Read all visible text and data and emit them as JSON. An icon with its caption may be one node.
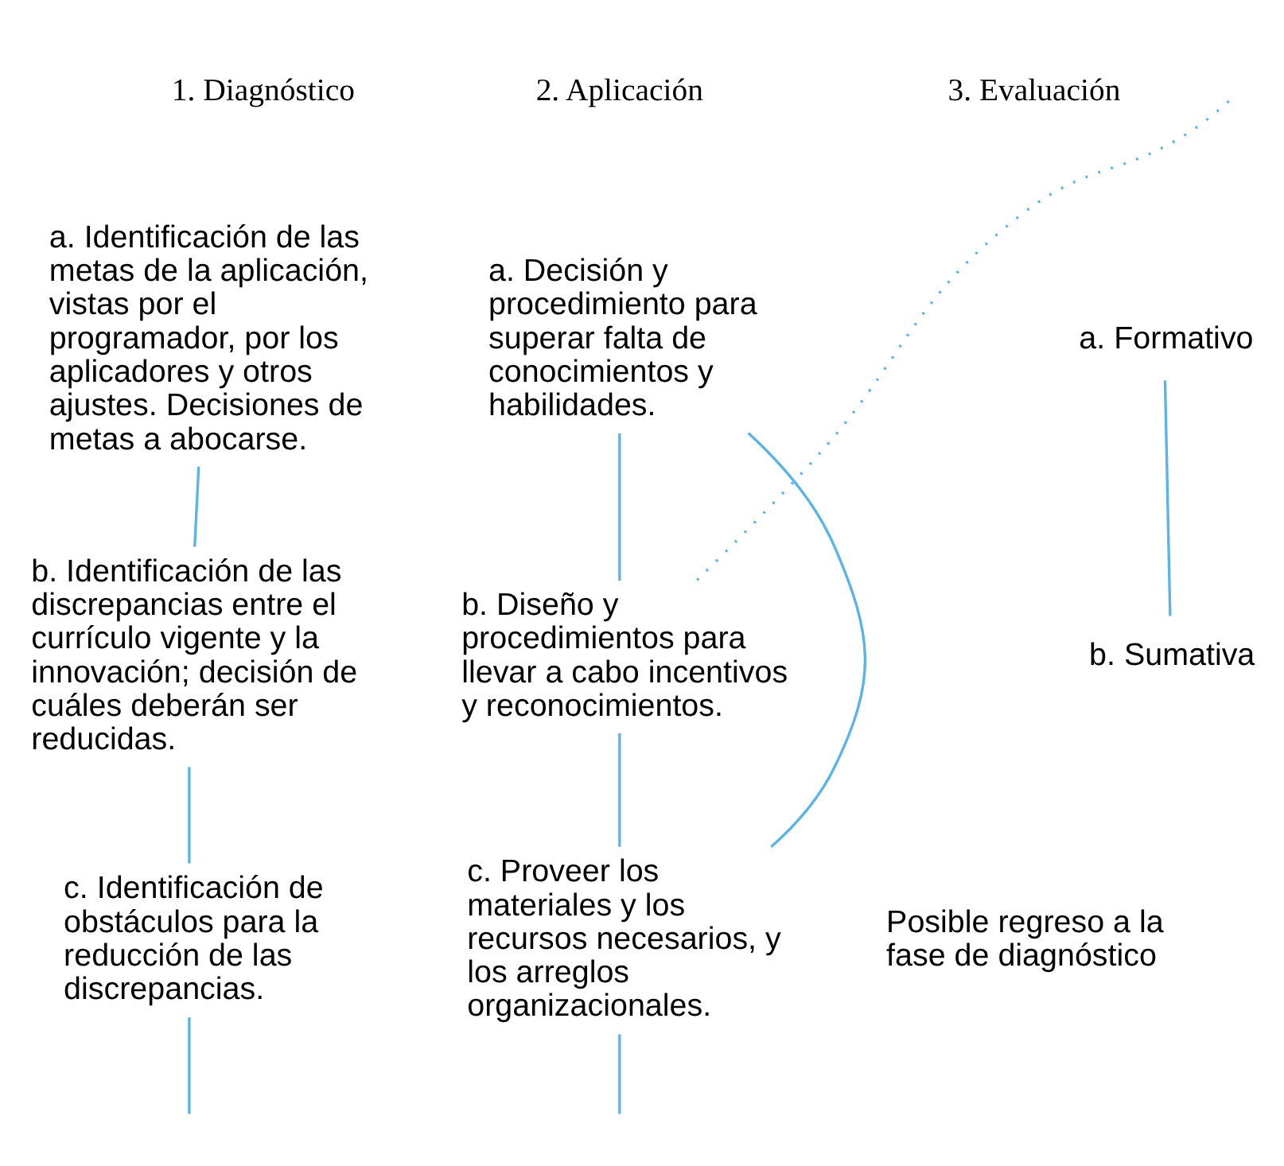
{
  "diagram": {
    "nodes": [
      {
        "text": [
          "a. Identificación de las metas de la aplicación, vistas por el programador, por los aplicadores y otros ajustes. Decisiones de metas a abocarse."
        ]
      },
      {
        "text": [
          "b. Identificación de las discrepancias entre el currículo vigente y la innovación; decisión de cuáles deberán ser reducidas."
        ]
      },
      {
        "text": [
          "c. Identificación de obstáculos para la reducción de las discrepancias."
        ]
      },
      {
        "text": [
          "a. Decisión y procedimiento para superar falta de conocimientos y habilidades."
        ]
      },
      {
        "text": [
          "b. Diseño y procedimientos para llevar a cabo incentivos y reconocimientos."
        ]
      },
      {
        "text": [
          "c. Proveer los materiales y los recursos necesarios, y los arreglos organizacionales."
        ]
      },
      {
        "text": [
          "a. Formativo"
        ]
      },
      {
        "text": [
          "b. Sumativa"
        ]
      }
    ],
    "edges": [
      {
        "from": 0,
        "to": 1,
        "arrow": "none"
      },
      {
        "from": 1,
        "to": 2,
        "arrow": "none"
      },
      {
        "from": 2,
        "to": null,
        "arrow": "none"
      },
      {
        "from": 3,
        "to": 4,
        "arrow": "none"
      },
      {
        "from": 4,
        "to": 5,
        "arrow": "none"
      },
      {
        "from": 5,
        "to": null,
        "arrow": "none"
      },
      {
        "from": 3,
        "to": 5,
        "arrow": "none"
      },
      {
        "from": 6,
        "to": 7,
        "arrow": "none"
      },
      {
        "from": 4,
        "to": null,
        "arrow": "none",
        "style": "dashed"
      }
    ],
    "labels": [
      "1. Diagnóstico",
      "2. Aplicación",
      "3. Evaluación",
      "Posible regreso a la fase de diagnóstico"
    ]
  }
}
